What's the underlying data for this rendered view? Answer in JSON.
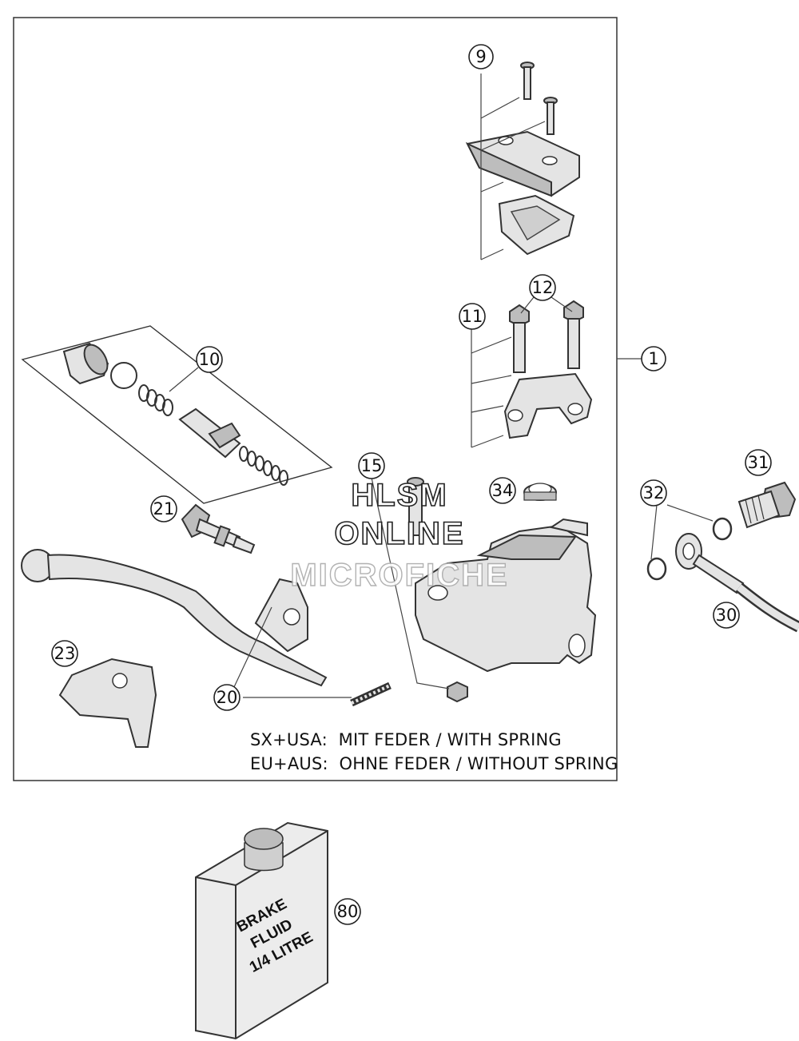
{
  "callouts": [
    {
      "id": "c1",
      "label": "1"
    },
    {
      "id": "c9",
      "label": "9"
    },
    {
      "id": "c10",
      "label": "10"
    },
    {
      "id": "c11",
      "label": "11"
    },
    {
      "id": "c12",
      "label": "12"
    },
    {
      "id": "c15",
      "label": "15"
    },
    {
      "id": "c20",
      "label": "20"
    },
    {
      "id": "c21",
      "label": "21"
    },
    {
      "id": "c23",
      "label": "23"
    },
    {
      "id": "c30",
      "label": "30"
    },
    {
      "id": "c31",
      "label": "31"
    },
    {
      "id": "c32",
      "label": "32"
    },
    {
      "id": "c34",
      "label": "34"
    },
    {
      "id": "c80",
      "label": "80"
    }
  ],
  "notes": {
    "line1": "SX+USA:  MIT FEDER / WITH SPRING",
    "line2": "EU+AUS:  OHNE FEDER / WITHOUT SPRING"
  },
  "bottle_label": {
    "line1": "BRAKE",
    "line2": "FLUID",
    "line3": "1/4 LITRE"
  },
  "watermark": {
    "line1": "HLSM",
    "line2": "ONLINE",
    "line3": "MICROFICHE"
  }
}
